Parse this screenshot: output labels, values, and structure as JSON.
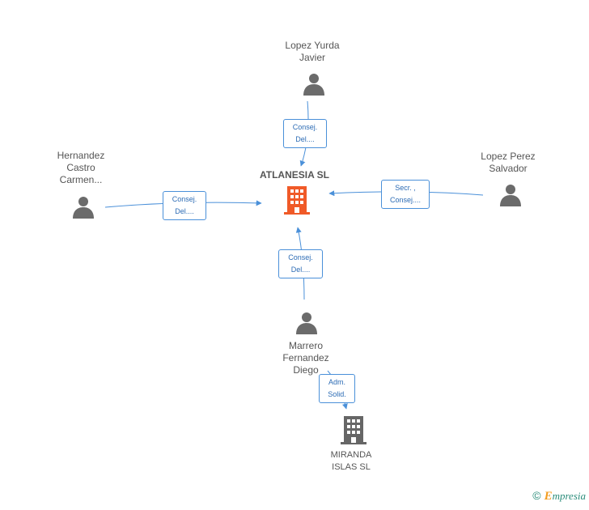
{
  "main_company": {
    "name": "ATLANESIA SL",
    "color": "#f05a28"
  },
  "persons": [
    {
      "id": "lopez-yurda",
      "name": "Lopez Yurda\nJavier",
      "role_lines": [
        "Consej.",
        "Del...."
      ]
    },
    {
      "id": "hernandez",
      "name": "Hernandez\nCastro\nCarmen...",
      "role_lines": [
        "Consej.",
        "Del...."
      ]
    },
    {
      "id": "lopez-perez",
      "name": "Lopez Perez\nSalvador",
      "role_lines": [
        "Secr. ,",
        "Consej...."
      ]
    },
    {
      "id": "marrero",
      "name": "Marrero\nFernandez\nDiego",
      "role_lines": [
        "Consej.",
        "Del...."
      ]
    }
  ],
  "other_company": {
    "name": "MIRANDA\nISLAS SL",
    "role_lines": [
      "Adm.",
      "Solid."
    ],
    "color": "#666666"
  },
  "colors": {
    "person": "#6b6b6b",
    "edge": "#4a90d9"
  },
  "footer": {
    "copyright": "©",
    "brand_e": "E",
    "brand_rest": "mpresia"
  }
}
